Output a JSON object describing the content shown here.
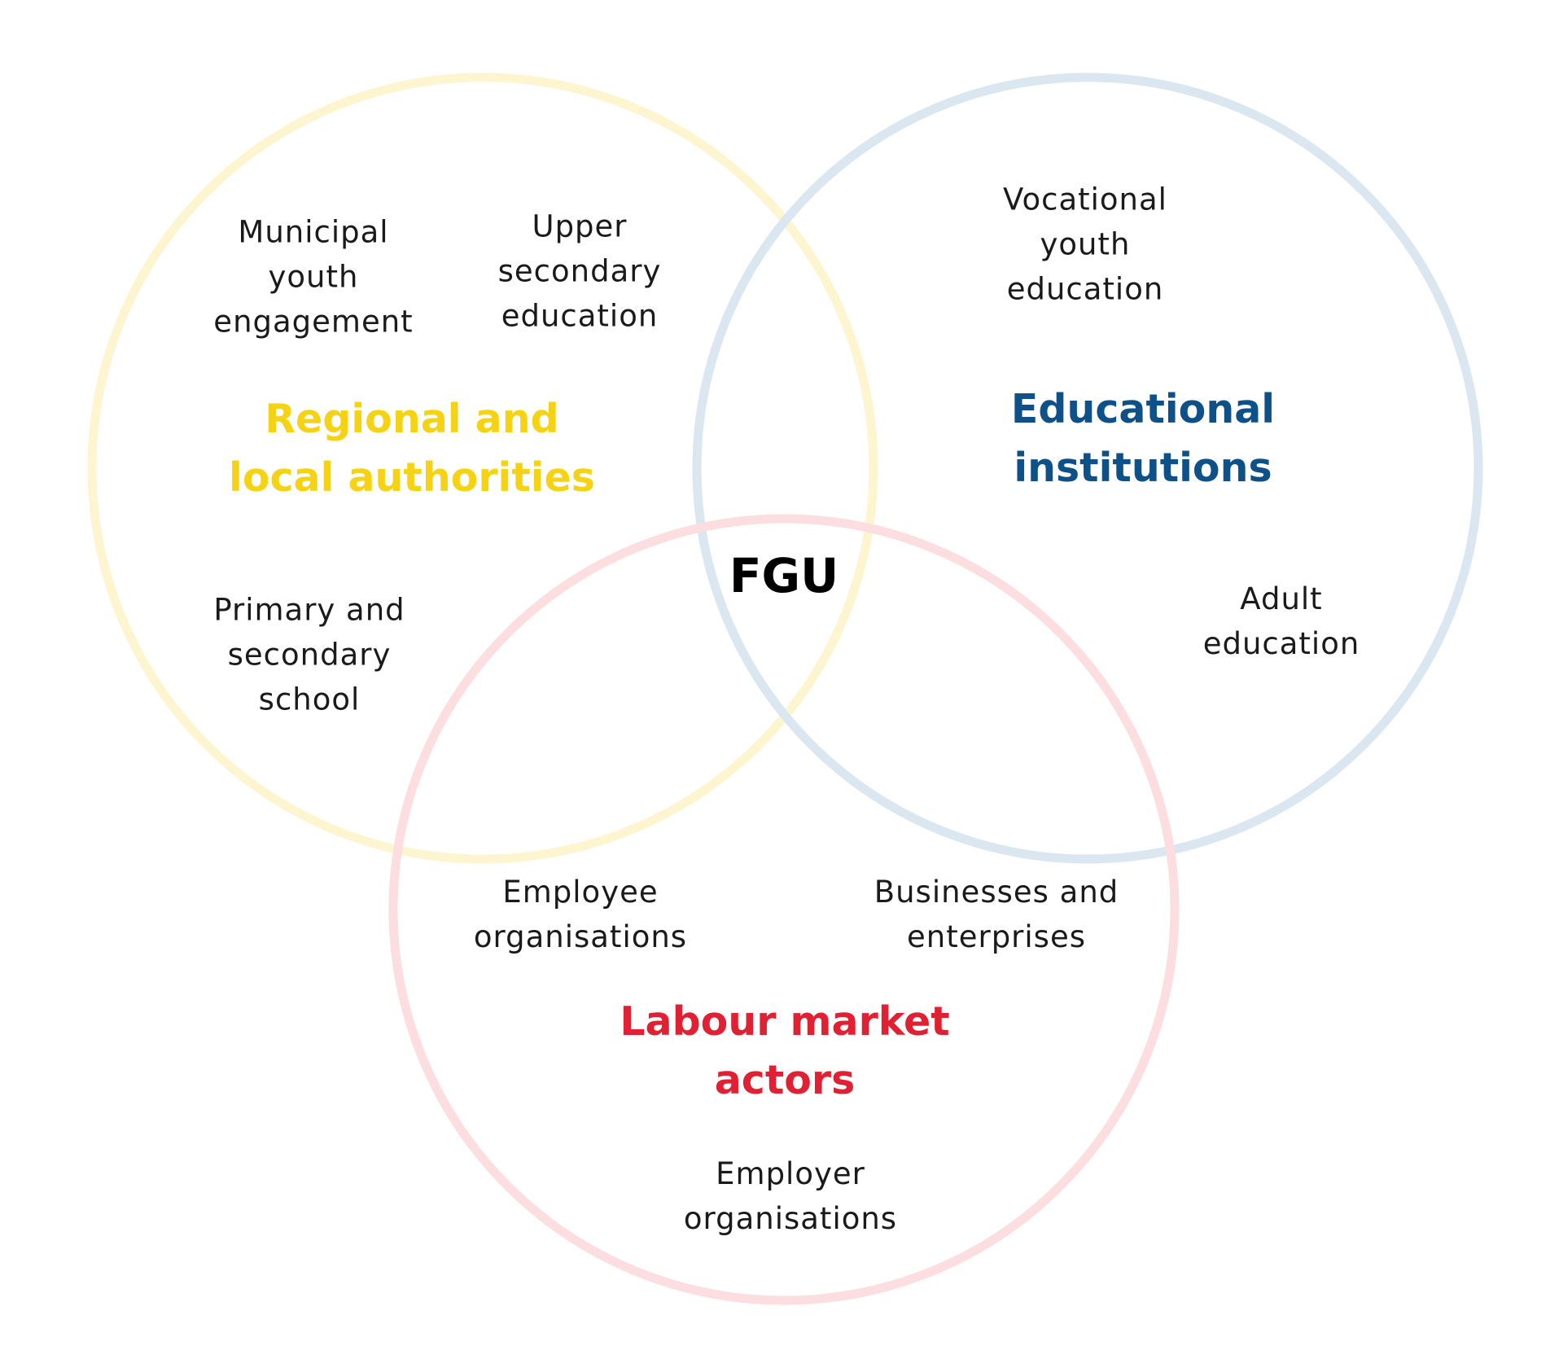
{
  "diagram": {
    "center_label": "FGU",
    "groups": {
      "regional": {
        "title": "Regional and\nlocal authorities",
        "color": "#f5d314",
        "ring_color": "#fdf5d0",
        "items": {
          "municipal": "Municipal\nyouth\nengagement",
          "upper_secondary": "Upper\nsecondary\neducation",
          "primary_secondary": "Primary and\nsecondary\nschool"
        }
      },
      "educational": {
        "title": "Educational\ninstitutions",
        "color": "#0e5088",
        "ring_color": "#dae6f0",
        "items": {
          "vocational": "Vocational\nyouth\neducation",
          "adult": "Adult\neducation"
        }
      },
      "labour": {
        "title": "Labour market\nactors",
        "color": "#e02133",
        "ring_color": "#fcdde0",
        "items": {
          "employee_orgs": "Employee\norganisations",
          "businesses": "Businesses and\nenterprises",
          "employer_orgs": "Employer\norganisations"
        }
      }
    }
  }
}
